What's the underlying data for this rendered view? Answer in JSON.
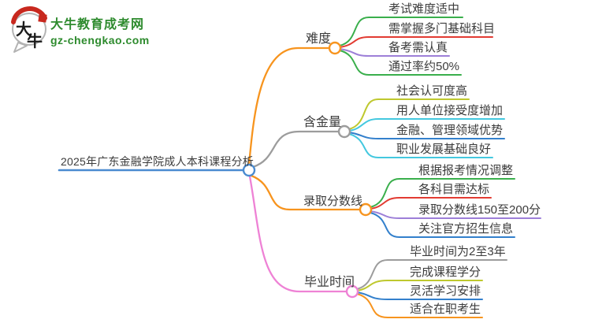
{
  "logo": {
    "char1": "大",
    "char2": "牛",
    "title": "大牛教育成考网",
    "url": "gz-chengkao.com"
  },
  "colors": {
    "central_blue": "#4a8bd0",
    "orange": "#f7941e",
    "gray": "#9c9c9c",
    "pink": "#ee82d5",
    "green": "#3aaf4c",
    "red": "#e23b32",
    "purple": "#9d7fd8",
    "olive": "#bec82e",
    "cyan": "#44c8df",
    "blue": "#3380cc",
    "logo_green": "#2e8b2e",
    "logo_red": "#c8281e",
    "text_dark": "#3c3c3c"
  },
  "mindmap": {
    "central": "2025年广东金融学院成人本科课程分析",
    "branches": [
      {
        "label": "难度",
        "children": [
          "考试难度适中",
          "需掌握多门基础科目",
          "备考需认真",
          "通过率约50%"
        ]
      },
      {
        "label": "含金量",
        "children": [
          "社会认可度高",
          "用人单位接受度增加",
          "金融、管理领域优势",
          "职业发展基础良好"
        ]
      },
      {
        "label": "录取分数线",
        "children": [
          "根据报考情况调整",
          "各科目需达标",
          "录取分数线150至200分",
          "关注官方招生信息"
        ]
      },
      {
        "label": "毕业时间",
        "children": [
          "毕业时间为2至3年",
          "完成课程学分",
          "灵活学习安排",
          "适合在职考生"
        ]
      }
    ]
  }
}
